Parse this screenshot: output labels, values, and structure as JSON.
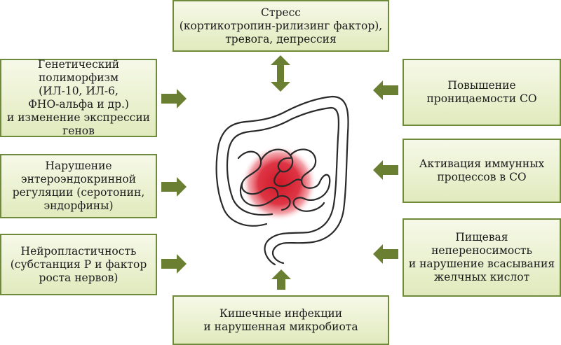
{
  "colors": {
    "box_border": "#6e8a3a",
    "box_fill": "#e1eabd",
    "arrow": "#6b7f33",
    "inflammation": "#d8202f"
  },
  "center": {
    "icon": "intestine-icon"
  },
  "top": {
    "lines": [
      "Стресс",
      "(кортикотропин-рилизинг фактор),",
      "тревога, депрессия"
    ]
  },
  "left": [
    {
      "lines": [
        "Генетический полиморфизм",
        "(ИЛ-10, ИЛ-6,",
        "ФНО-альфа и др.)",
        "и изменение экспрессии",
        "генов"
      ]
    },
    {
      "lines": [
        "Нарушение",
        "энтероэндокринной",
        "регуляции (серотонин,",
        "эндорфины)"
      ]
    },
    {
      "lines": [
        "Нейропластичность",
        "(субстанция Р и фактор",
        "роста нервов)"
      ]
    }
  ],
  "right": [
    {
      "lines": [
        "Повышение",
        "проницаемости СО"
      ]
    },
    {
      "lines": [
        "Активация иммунных",
        "процессов в СО"
      ]
    },
    {
      "lines": [
        "Пищевая",
        "непереносимость",
        "и нарушение всасывания",
        "желчных кислот"
      ]
    }
  ],
  "bottom": {
    "lines": [
      "Кишечные инфекции",
      "и нарушенная микробиота"
    ]
  }
}
